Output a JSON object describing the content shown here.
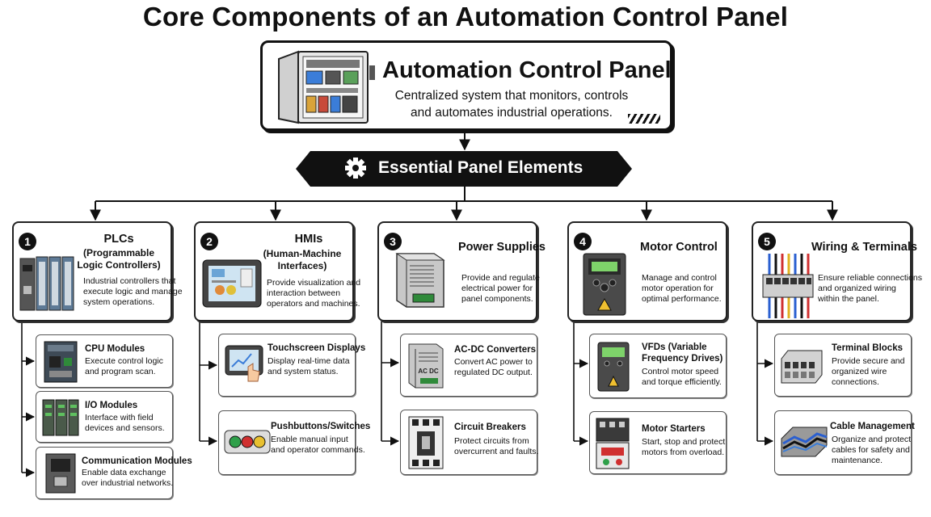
{
  "title": "Core Components of an Automation Control Panel",
  "hero": {
    "title": "Automation Control Panel",
    "description": "Centralized system that monitors, controls and automates industrial operations."
  },
  "banner": {
    "label": "Essential Panel Elements",
    "icon": "gear-icon"
  },
  "categories": [
    {
      "number": "1",
      "title": "PLCs",
      "subtitle_line1": "(Programmable",
      "subtitle_line2": "Logic Controllers)",
      "desc_line1": "Industrial controllers that",
      "desc_line2": "execute logic and manage",
      "desc_line3": "system operations.",
      "icon": "plc-rack-icon",
      "subs": [
        {
          "title": "CPU Modules",
          "desc_line1": "Execute control logic",
          "desc_line2": "and program scan.",
          "icon": "cpu-module-icon"
        },
        {
          "title": "I/O Modules",
          "desc_line1": "Interface with field",
          "desc_line2": "devices and sensors.",
          "icon": "io-module-icon"
        },
        {
          "title": "Communication Modules",
          "desc_line1": "Enable data exchange",
          "desc_line2": "over industrial networks.",
          "icon": "network-module-icon"
        }
      ]
    },
    {
      "number": "2",
      "title": "HMIs",
      "subtitle_line1": "(Human-Machine",
      "subtitle_line2": "Interfaces)",
      "desc_line1": "Provide visualization and",
      "desc_line2": "interaction between",
      "desc_line3": "operators and machines.",
      "icon": "hmi-screen-icon",
      "subs": [
        {
          "title": "Touchscreen Displays",
          "desc_line1": "Display real-time data",
          "desc_line2": "and system status.",
          "icon": "touchscreen-icon"
        },
        {
          "title": "Pushbuttons/Switches",
          "desc_line1": "Enable manual input",
          "desc_line2": "and operator commands.",
          "icon": "pushbuttons-icon"
        }
      ]
    },
    {
      "number": "3",
      "title": "Power Supplies",
      "desc_line1": "Provide and regulate",
      "desc_line2": "electrical power for",
      "desc_line3": "panel components.",
      "icon": "power-supply-icon",
      "subs": [
        {
          "title": "AC-DC Converters",
          "desc_line1": "Convert AC power to",
          "desc_line2": "regulated DC output.",
          "icon": "converter-icon",
          "art_text": "AC  DC"
        },
        {
          "title": "Circuit Breakers",
          "desc_line1": "Protect circuits from",
          "desc_line2": "overcurrent and faults.",
          "icon": "circuit-breaker-icon"
        }
      ]
    },
    {
      "number": "4",
      "title": "Motor Control",
      "desc_line1": "Manage and control",
      "desc_line2": "motor operation for",
      "desc_line3": "optimal performance.",
      "icon": "motor-drive-icon",
      "subs": [
        {
          "title_line1": "VFDs (Variable",
          "title_line2": "Frequency Drives)",
          "desc_line1": "Control motor speed",
          "desc_line2": "and torque efficiently.",
          "icon": "vfd-icon"
        },
        {
          "title": "Motor Starters",
          "desc_line1": "Start, stop and protect",
          "desc_line2": "motors from overload.",
          "icon": "motor-starter-icon"
        }
      ]
    },
    {
      "number": "5",
      "title": "Wiring & Terminals",
      "desc_line1": "Ensure reliable connections",
      "desc_line2": "and organized wiring",
      "desc_line3": "within the panel.",
      "icon": "wiring-terminals-icon",
      "subs": [
        {
          "title": "Terminal Blocks",
          "desc_line1": "Provide secure and",
          "desc_line2": "organized wire",
          "desc_line3": "connections.",
          "icon": "terminal-block-icon"
        },
        {
          "title": "Cable Management",
          "desc_line1": "Organize and protect",
          "desc_line2": "cables for safety and",
          "desc_line3": "maintenance.",
          "icon": "cable-tray-icon"
        }
      ]
    }
  ]
}
